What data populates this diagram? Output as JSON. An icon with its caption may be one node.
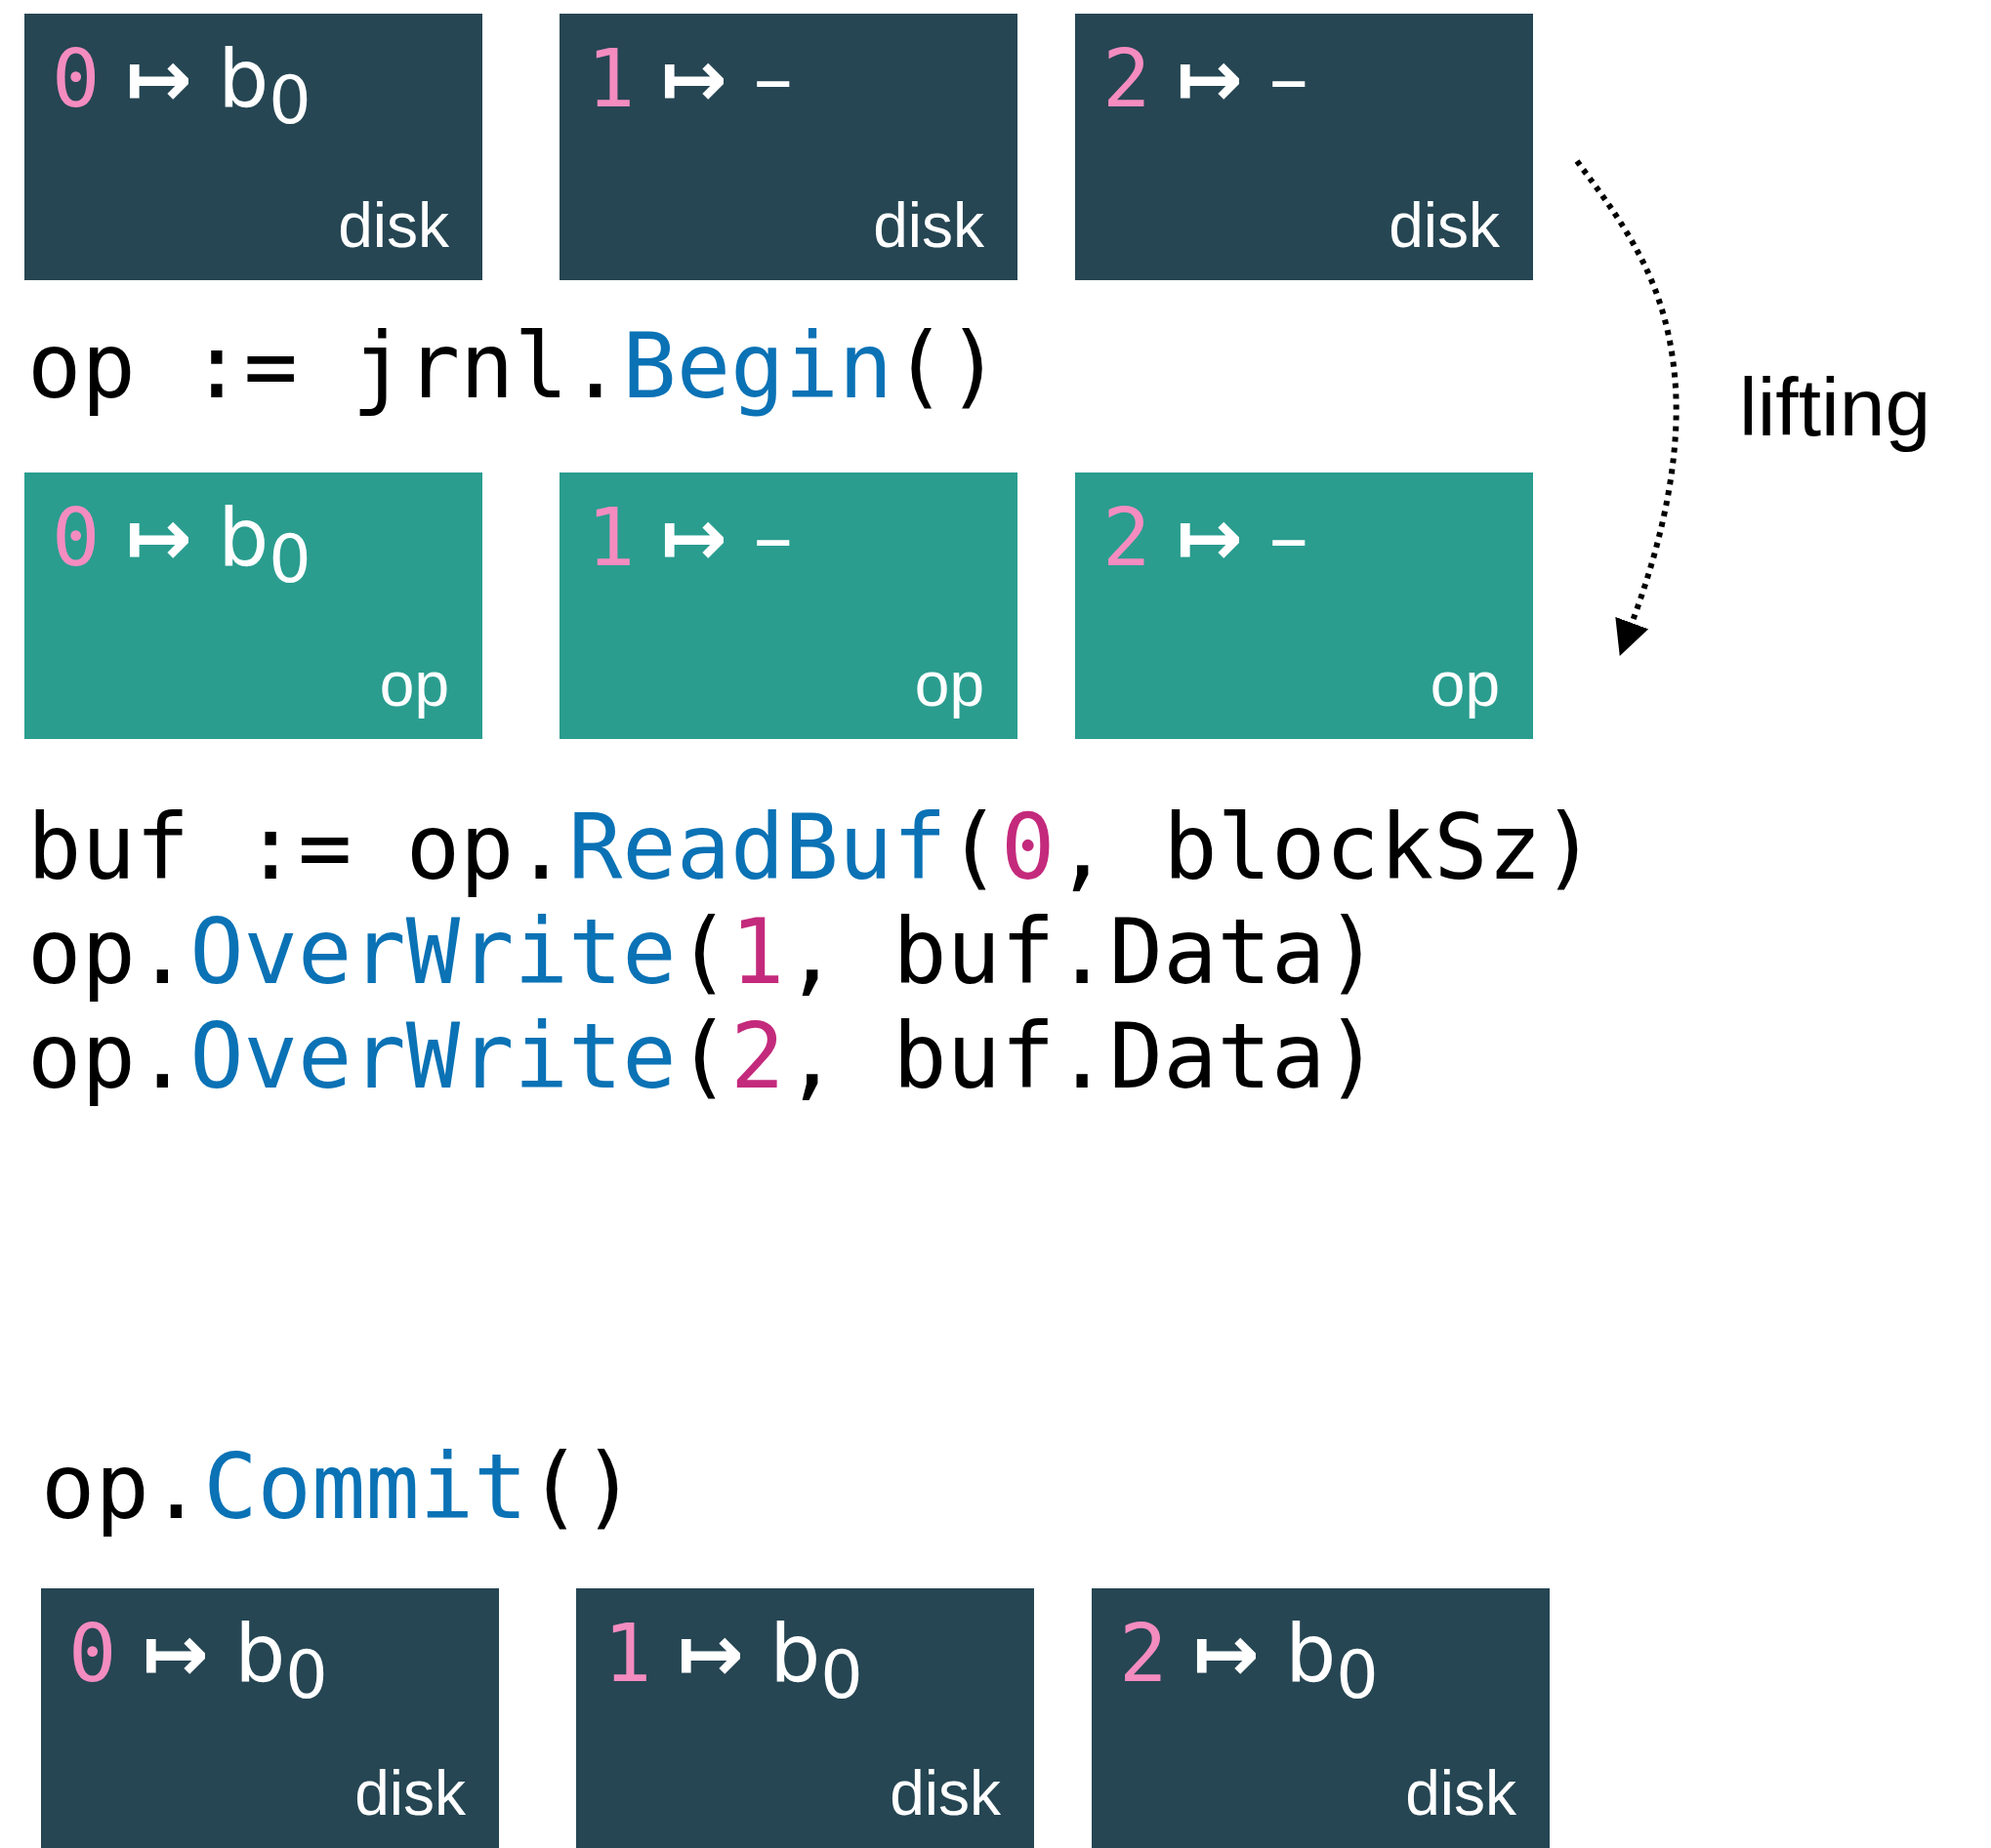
{
  "diagram": {
    "nodes": [
      {
        "text": [
          "0 ↦ b$_{0}$",
          "disk"
        ]
      },
      {
        "text": [
          "1 ↦ –",
          "disk"
        ]
      },
      {
        "text": [
          "2 ↦ –",
          "disk"
        ]
      },
      {
        "text": [
          "0 ↦ b$_{0}$",
          "op"
        ]
      },
      {
        "text": [
          "1 ↦ –",
          "op"
        ]
      },
      {
        "text": [
          "2 ↦ –",
          "op"
        ]
      },
      {
        "text": [
          "0 ↦ b$_{0}$",
          "disk"
        ]
      },
      {
        "text": [
          "1 ↦ b$_{0}$",
          "disk"
        ]
      },
      {
        "text": [
          "2 ↦ b$_{0}$",
          "disk"
        ]
      }
    ],
    "labels": [
      "op := jrnl.Begin()",
      "lifting",
      "buf := op.ReadBuf(0, blockSz)",
      "op.OverWrite(1, buf.Data)",
      "op.OverWrite(2, buf.Data)",
      "op.Commit()"
    ]
  }
}
